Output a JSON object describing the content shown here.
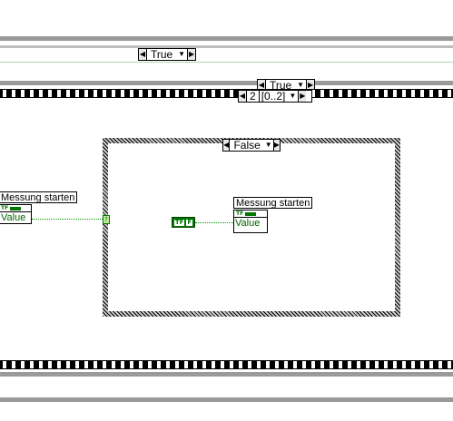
{
  "outer_case": {
    "selector_label": "True"
  },
  "inner_case": {
    "selector_label": "True"
  },
  "sequence": {
    "frame_index": "2",
    "frame_range": "[0..2]"
  },
  "false_case": {
    "selector_label": "False"
  },
  "indicator_left": {
    "label": "Messung starten",
    "value_label": "Value"
  },
  "indicator_right": {
    "label": "Messung starten",
    "value_label": "Value"
  },
  "false_constant": {
    "glyph": "F"
  },
  "tunnel": {
    "glyph": "?"
  },
  "colors": {
    "wire": "#00a000",
    "boolean_green": "#007700",
    "frame_gray": "#9a9a9a"
  }
}
